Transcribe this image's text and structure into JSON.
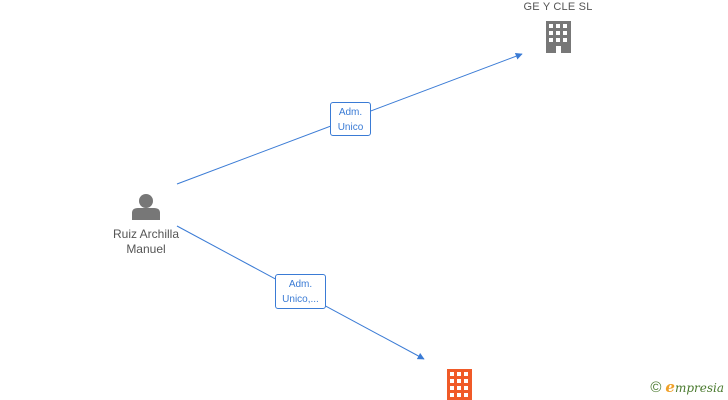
{
  "person": {
    "name_line1": "Ruiz Archilla",
    "name_line2": "Manuel",
    "icon": "person-icon"
  },
  "companies": [
    {
      "name": "GE Y CLE SL",
      "icon": "building-icon",
      "color": "#777777"
    },
    {
      "name": "",
      "icon": "building-icon",
      "color": "#f05a28"
    }
  ],
  "edges": [
    {
      "from": "person",
      "to": "company-0",
      "label_line1": "Adm.",
      "label_line2": "Unico"
    },
    {
      "from": "person",
      "to": "company-1",
      "label_line1": "Adm.",
      "label_line2": "Unico,..."
    }
  ],
  "colors": {
    "edge": "#3a7bd5",
    "node_gray": "#777777",
    "node_orange": "#f05a28"
  },
  "watermark": {
    "symbol": "©",
    "brand_initial": "e",
    "brand_rest": "mpresia"
  }
}
